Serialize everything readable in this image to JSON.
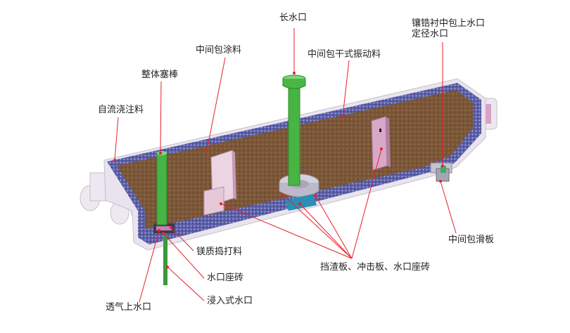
{
  "labels": {
    "nozzle": "长水口",
    "lining_mortar_line1": "镶锆衬中包上水口",
    "lining_mortar_line2": "定径水口",
    "coating": "中间包涂料",
    "dry_vibration": "中间包干式振动料",
    "stopper": "整体塞棒",
    "self_flow": "自流浇注料",
    "slide_gate": "中间包滑板",
    "magnesia_ramming": "镁质捣打料",
    "nozzle_seat": "水口座砖",
    "submerged_nozzle": "浸入式水口",
    "weirs": "挡渣板、冲击板、水口座砖",
    "gas_nozzle": "透气上水口"
  },
  "colors": {
    "leader": "#e8202a",
    "dot": "#e8202a",
    "shell": "#e8e2ec",
    "lining": "#5b5fa6",
    "brick": "#7a5638",
    "green": "#45b340",
    "pink": "#d8a9c4"
  }
}
